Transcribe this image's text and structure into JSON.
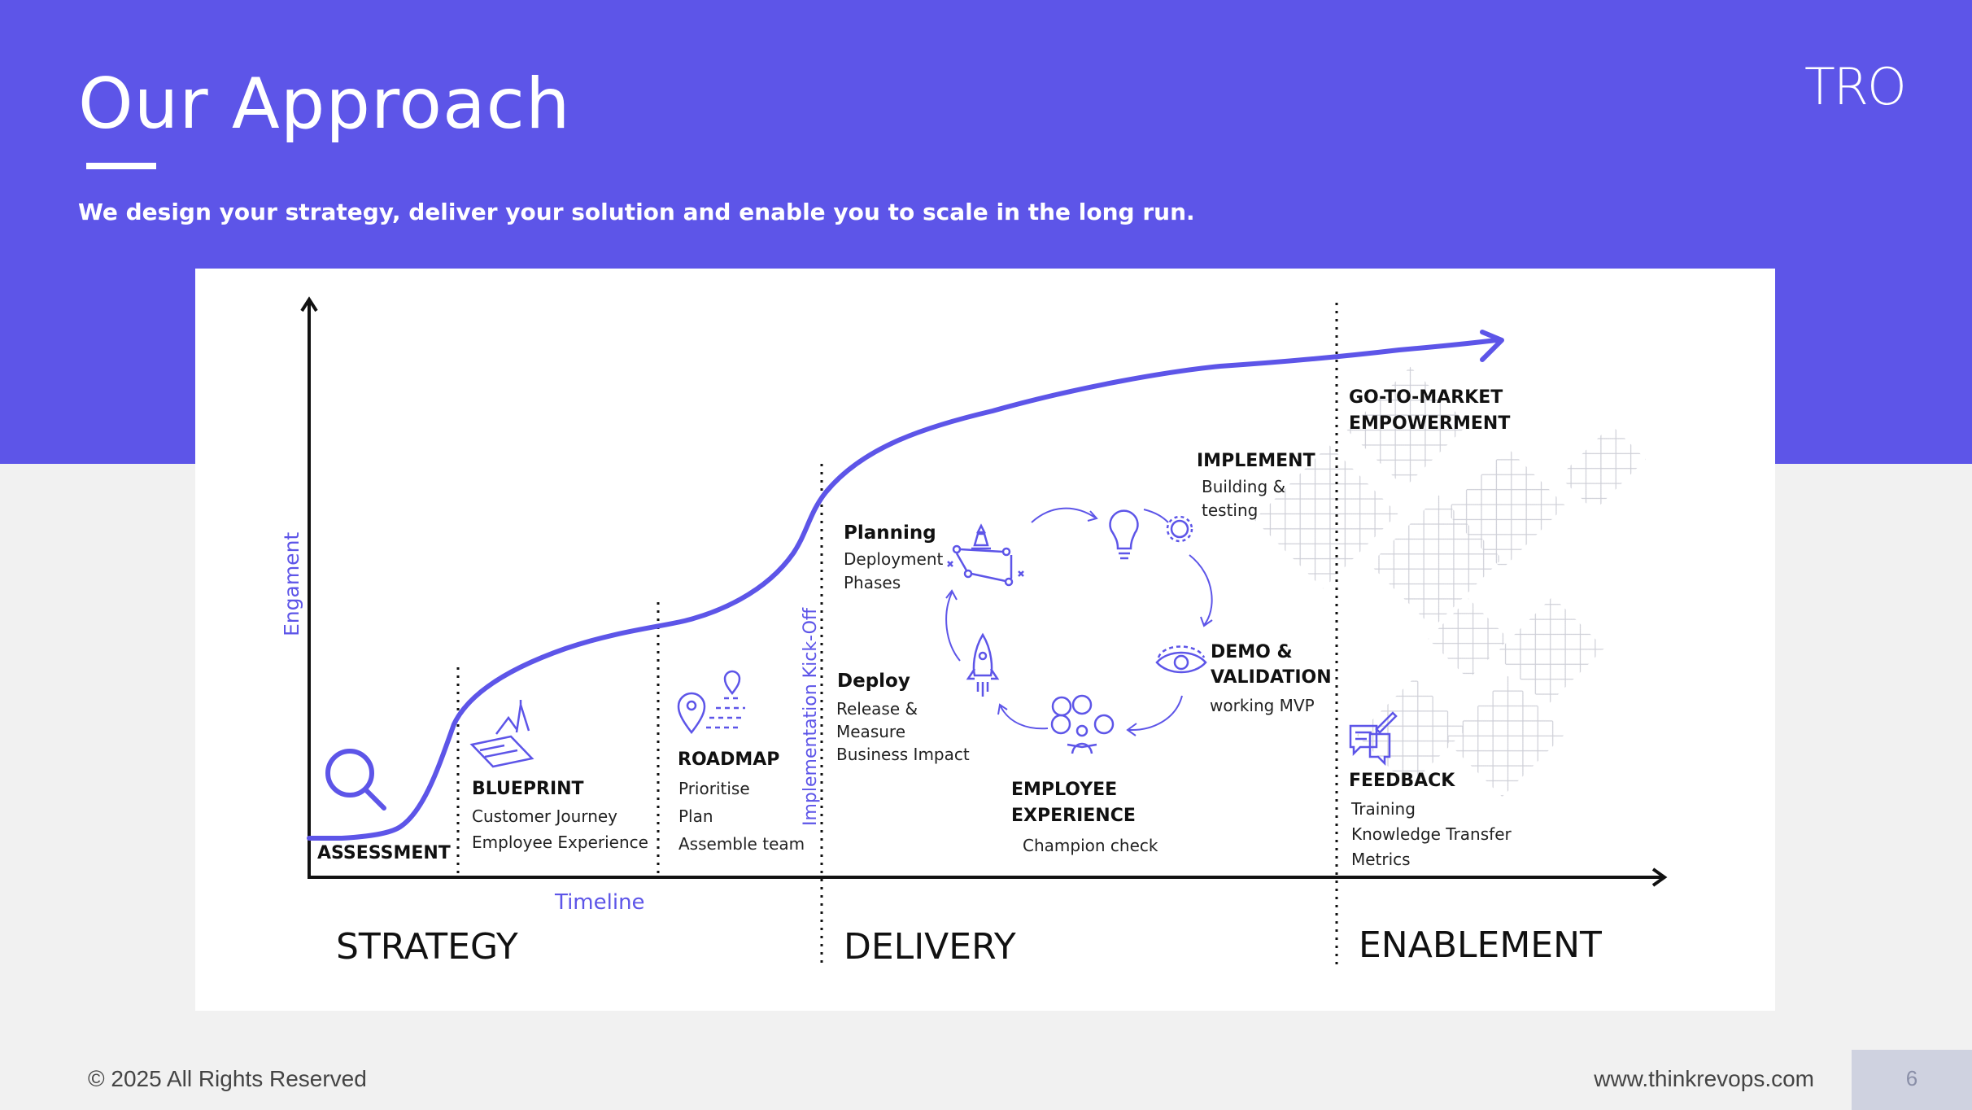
{
  "header": {
    "title": "Our Approach",
    "subtitle": "We design your strategy, deliver your solution and enable you to scale in the long run.",
    "logo": "TRO",
    "accent": "#5d55e8"
  },
  "diagram": {
    "y_axis_label": "Engament",
    "x_axis_label": "Timeline",
    "kickoff_label": "Implementation Kick-Off",
    "phases": [
      "STRATEGY",
      "DELIVERY",
      "ENABLEMENT"
    ],
    "stages": {
      "assessment": {
        "title": "ASSESSMENT"
      },
      "blueprint": {
        "title": "BLUEPRINT",
        "lines": [
          "Customer Journey",
          "Employee Experience"
        ]
      },
      "roadmap": {
        "title": "ROADMAP",
        "lines": [
          "Prioritise",
          "Plan",
          "Assemble team"
        ]
      },
      "planning": {
        "title": "Planning",
        "lines": [
          "Deployment",
          "Phases"
        ]
      },
      "deploy": {
        "title": "Deploy",
        "lines": [
          "Release &",
          "Measure",
          "Business Impact"
        ]
      },
      "implement": {
        "title": "IMPLEMENT",
        "lines": [
          "Building &",
          "testing"
        ]
      },
      "demo": {
        "title_lines": [
          "DEMO &",
          "VALIDATION"
        ],
        "lines": [
          "working MVP"
        ]
      },
      "employee": {
        "title_lines": [
          "EMPLOYEE",
          "EXPERIENCE"
        ],
        "lines": [
          "Champion check"
        ]
      },
      "gtm": {
        "title_lines": [
          "GO-TO-MARKET",
          "EMPOWERMENT"
        ]
      },
      "feedback": {
        "title": "FEEDBACK",
        "lines": [
          "Training",
          "Knowledge Transfer",
          "Metrics"
        ]
      }
    },
    "icons": [
      "magnifier-icon",
      "blueprint-icon",
      "roadmap-pin-icon",
      "strategy-chess-icon",
      "lightbulb-icon",
      "gear-icon",
      "eye-gear-icon",
      "people-rating-icon",
      "rocket-icon",
      "feedback-chat-icon"
    ]
  },
  "footer": {
    "copyright": "© 2025 All Rights Reserved",
    "website": "www.thinkrevops.com",
    "page_number": "6"
  }
}
